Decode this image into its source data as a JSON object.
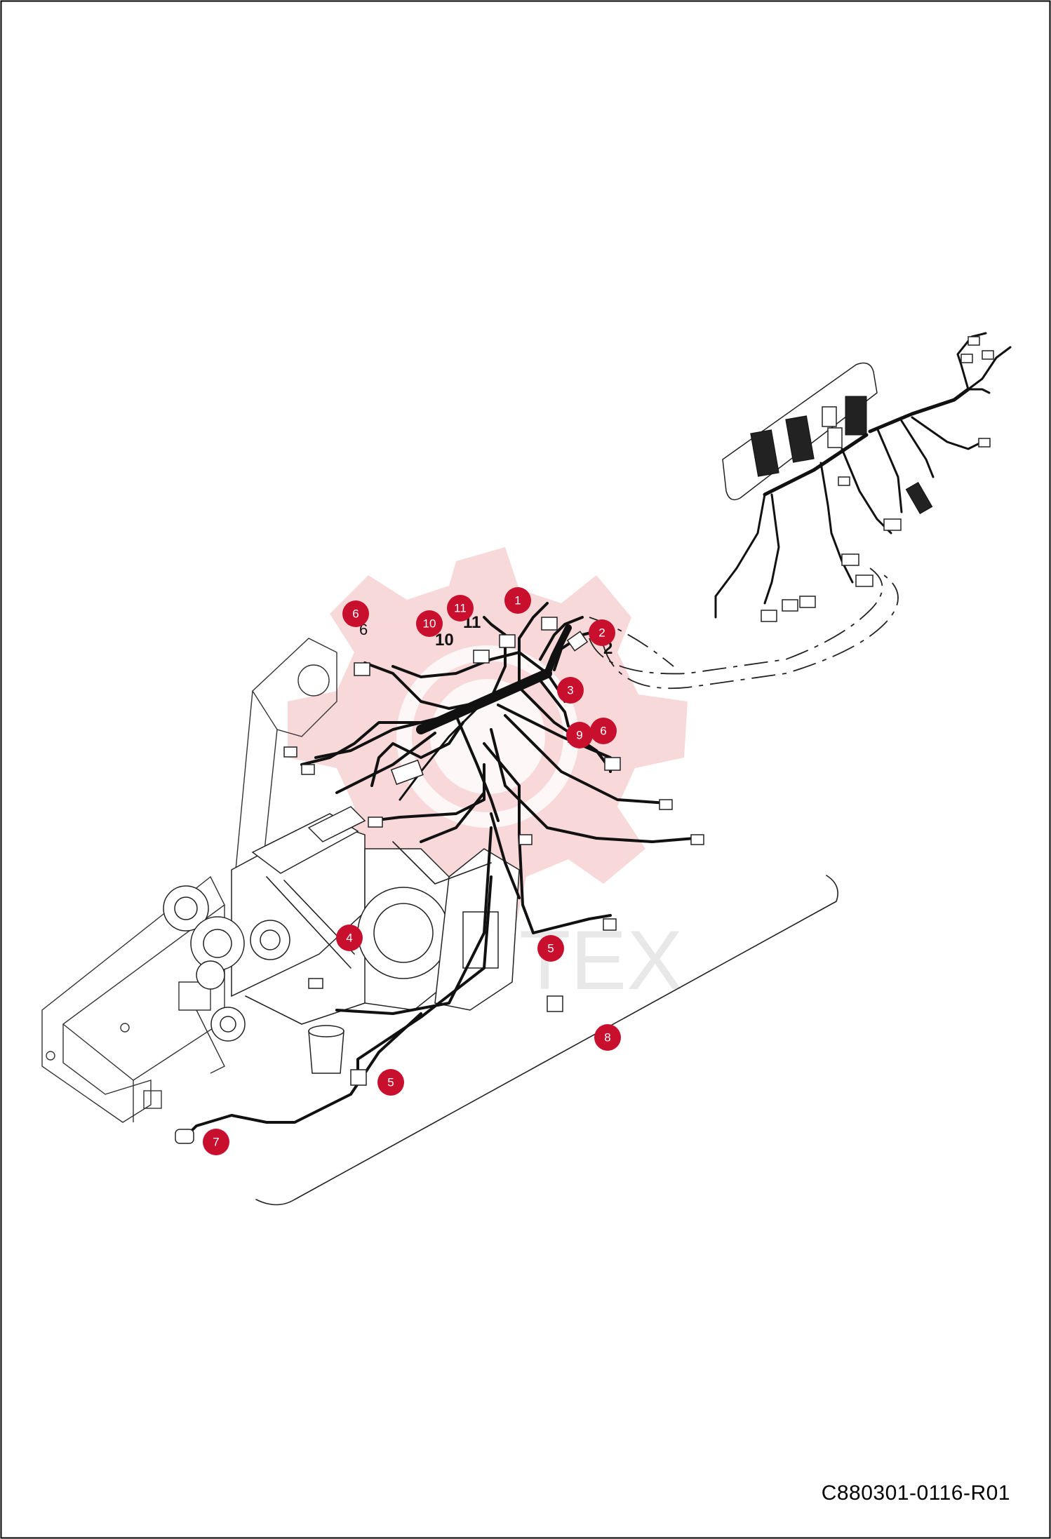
{
  "drawing": {
    "code": "C880301-0116-R01",
    "watermark_text": "TEX",
    "callouts": [
      "1",
      "2",
      "3",
      "4",
      "5",
      "5",
      "6",
      "6",
      "7",
      "8",
      "9",
      "10",
      "11"
    ],
    "callout_color": "#c8102e",
    "watermark_color": "#f3b9b9"
  }
}
